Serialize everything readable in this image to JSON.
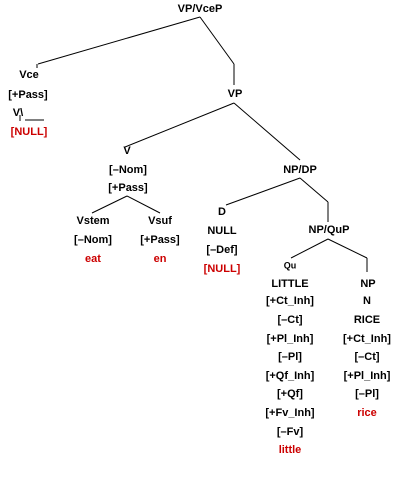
{
  "colors": {
    "text": "#000000",
    "terminal": "#cc0000",
    "background": "#ffffff"
  },
  "tree": {
    "root": {
      "label": "VP/VceP"
    },
    "vce": {
      "label": "Vce",
      "feature": "[+Pass]",
      "head": "V\\",
      "terminal": "[NULL]"
    },
    "vp": {
      "label": "VP"
    },
    "v": {
      "label": "V",
      "features": [
        "[–Nom]",
        "[+Pass]"
      ]
    },
    "vstem": {
      "label": "Vstem",
      "feature": "[–Nom]",
      "terminal": "eat"
    },
    "vsuf": {
      "label": "Vsuf",
      "feature": "[+Pass]",
      "terminal": "en"
    },
    "npdp": {
      "label": "NP/DP"
    },
    "d": {
      "label": "D",
      "word": "NULL",
      "feature": "[–Def]",
      "terminal": "[NULL]"
    },
    "npqup": {
      "label": "NP/QuP"
    },
    "qu": {
      "label": "Qu",
      "word": "LITTLE",
      "features": [
        "[+Ct_Inh]",
        "[–Ct]",
        "[+Pl_Inh]",
        "[–Pl]",
        "[+Qf_Inh]",
        "[+Qf]",
        "[+Fv_Inh]",
        "[–Fv]"
      ],
      "terminal": "little"
    },
    "np": {
      "label": "NP",
      "head": "N",
      "word": "RICE",
      "features": [
        "[+Ct_Inh]",
        "[–Ct]",
        "[+Pl_Inh]",
        "[–Pl]"
      ],
      "terminal": "rice"
    }
  }
}
